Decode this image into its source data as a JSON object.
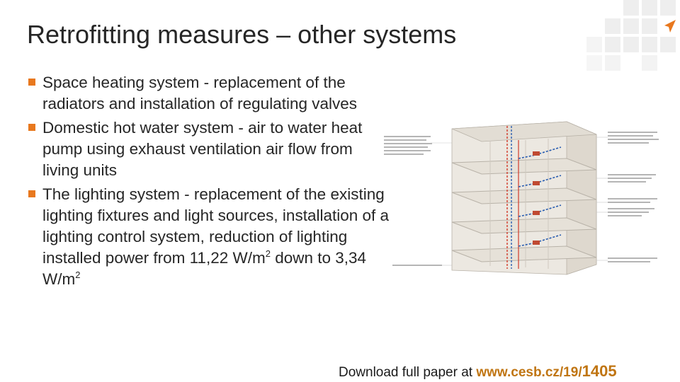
{
  "slide": {
    "title": "Retrofitting measures – other systems",
    "bullets": [
      {
        "text": "Space heating system - replacement of the radiators and installation of regulating valves"
      },
      {
        "text": "Domestic hot water system - air to water heat pump using exhaust ventilation air flow from living units"
      },
      {
        "text_before": "The lighting system  - replacement of the existing lighting fixtures and light sources, installation of a lighting control system, reduction of lighting installed power from 11,22 W/m",
        "sup1": "2",
        "text_middle": " down to 3,34 W/m",
        "sup2": "2"
      }
    ],
    "footer": {
      "prefix": "Download full paper at ",
      "link": "www.cesb.cz/19/",
      "code": "1405"
    },
    "logo_icon": "orange-arrow-logo",
    "colors": {
      "accent": "#e8781e",
      "link": "#c07512",
      "text": "#262626"
    }
  }
}
